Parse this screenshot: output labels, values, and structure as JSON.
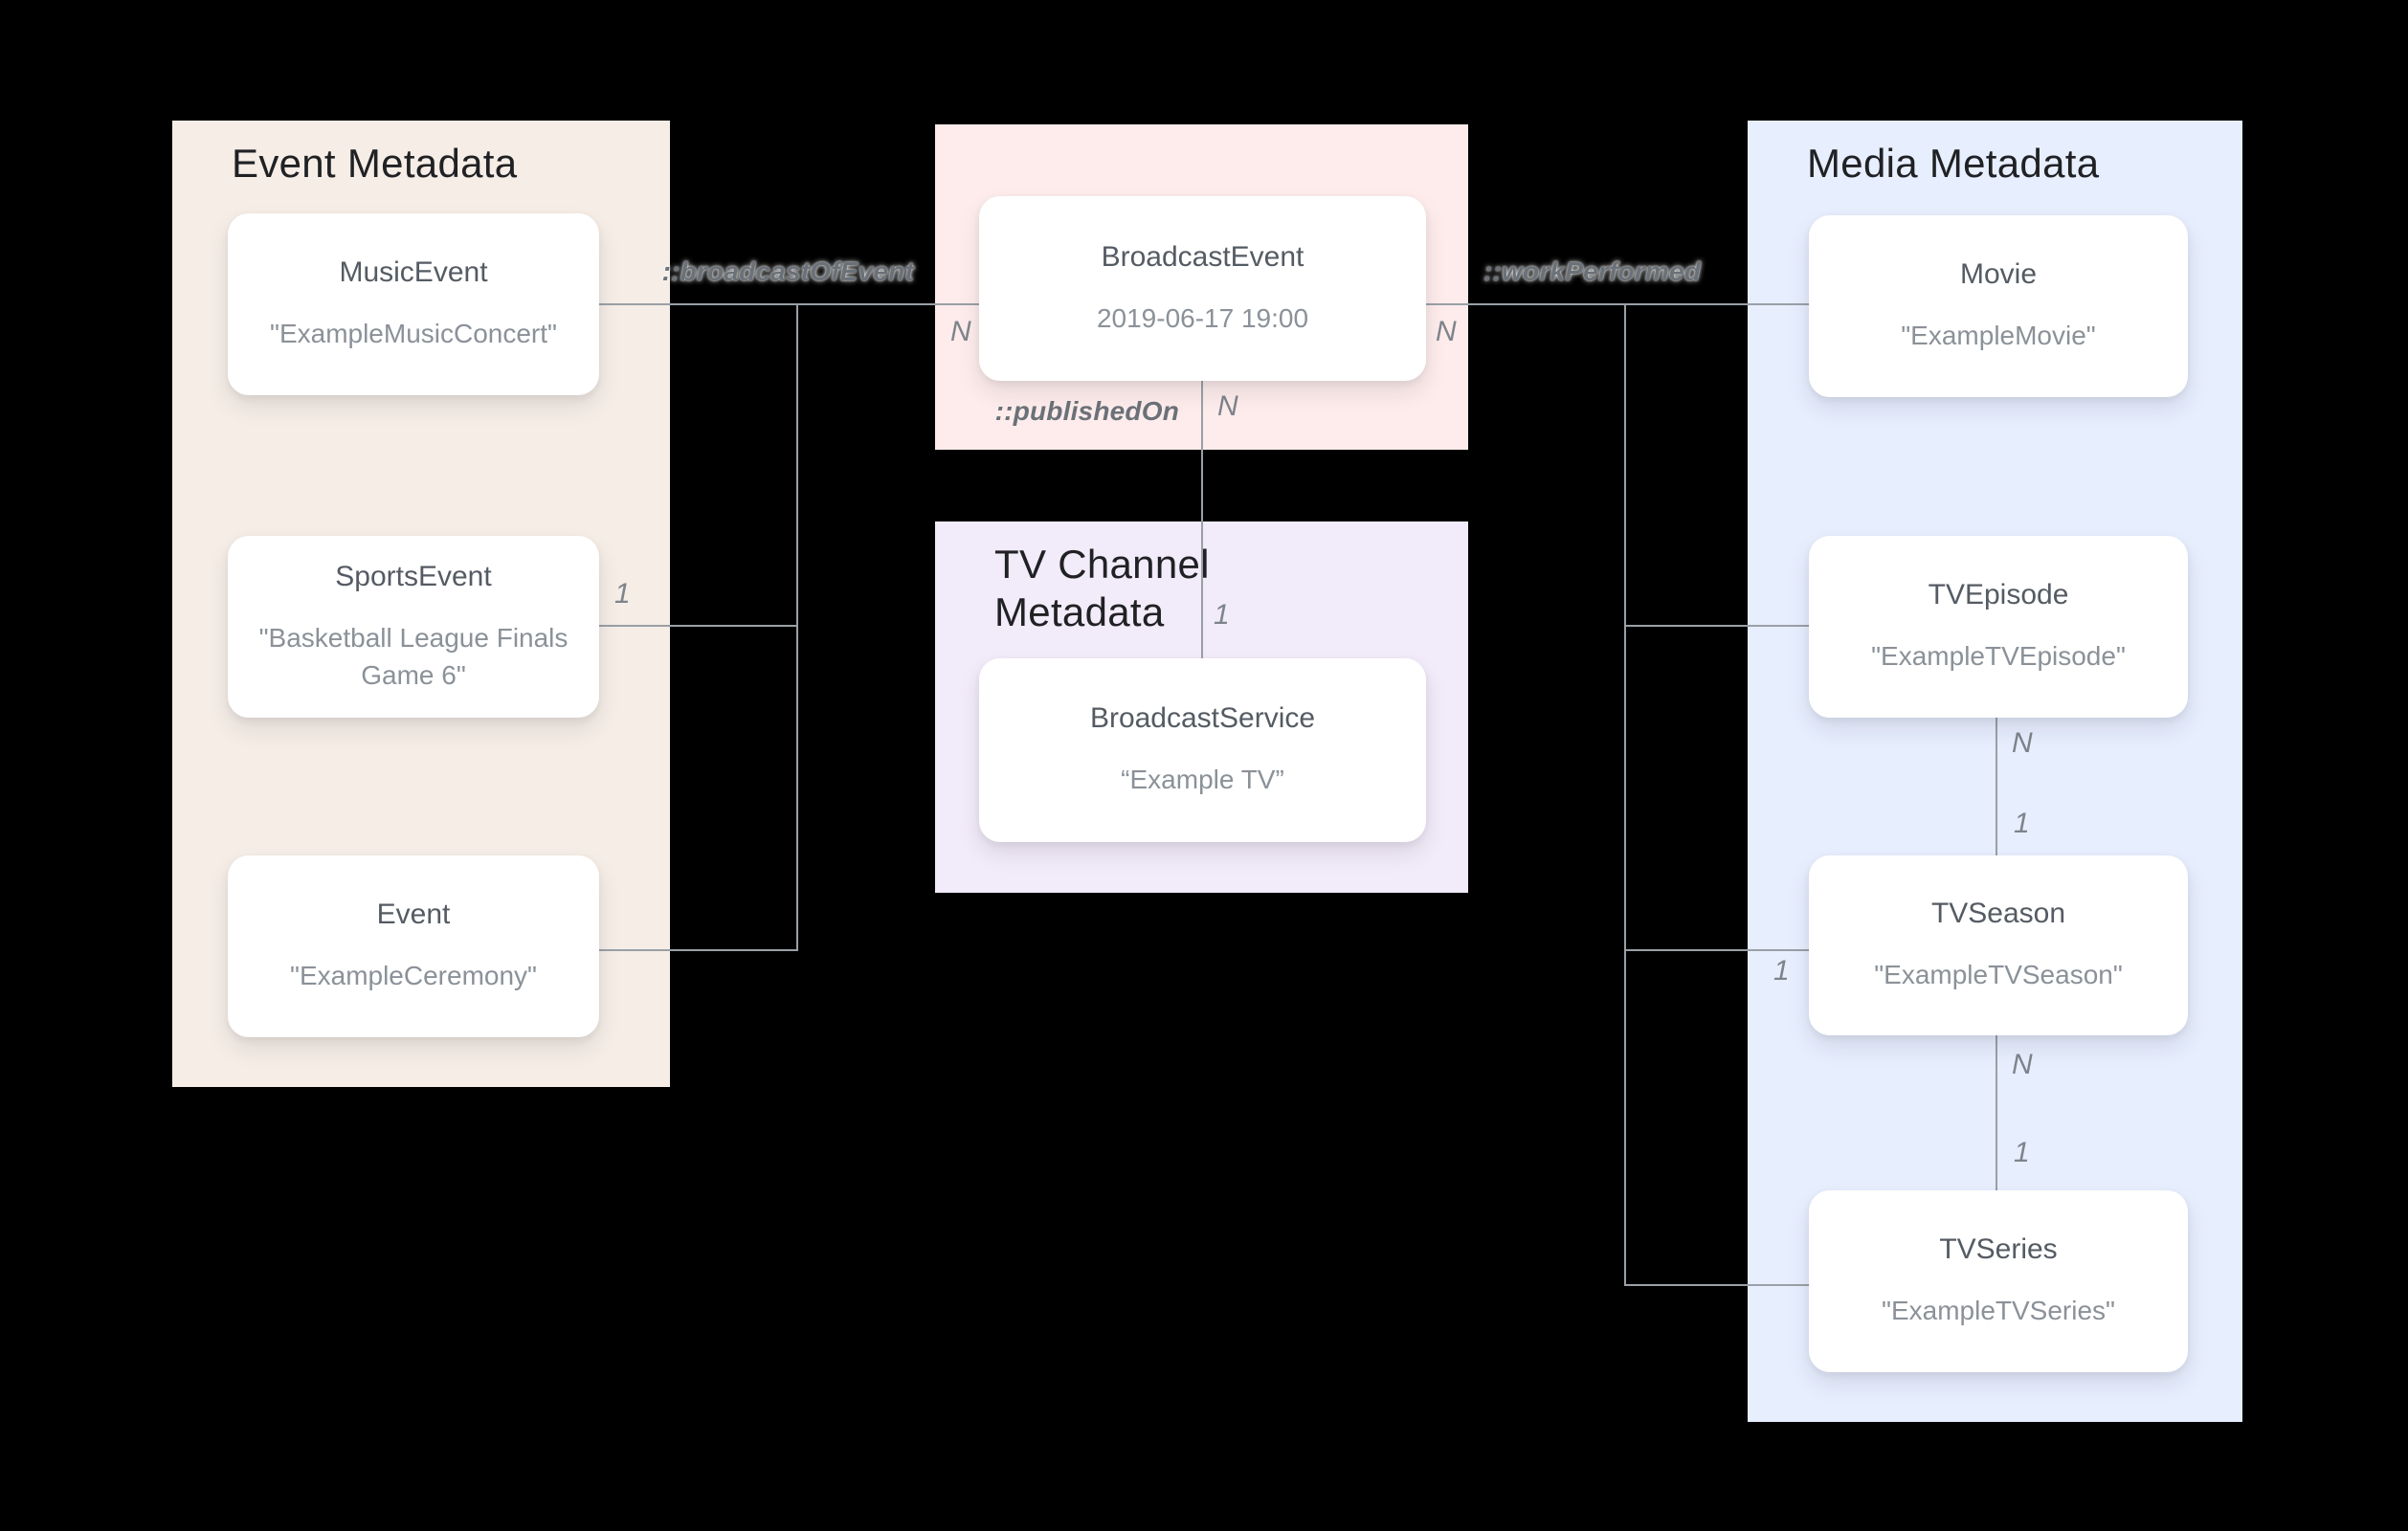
{
  "colors": {
    "background": "#000000",
    "event_panel": "#f5ede6",
    "broadcast_panel": "#fdeceb",
    "tv_channel_panel": "#f2ebf9",
    "media_panel": "#e7eefe",
    "node_background": "#ffffff",
    "line": "#9aa0a6",
    "panel_title_text": "#202124",
    "node_title_text": "#555b63",
    "node_value_text": "#8b9198",
    "relation_label_text": "#6b7178",
    "cardinality_text": "#7e848b"
  },
  "panels": {
    "event_metadata": {
      "title": "Event Metadata"
    },
    "tv_channel_metadata": {
      "title": "TV Channel Metadata"
    },
    "media_metadata": {
      "title": "Media Metadata"
    }
  },
  "nodes": {
    "music_event": {
      "type": "MusicEvent",
      "example": "\"ExampleMusicConcert\""
    },
    "sports_event": {
      "type": "SportsEvent",
      "example": "\"Basketball League Finals Game 6\""
    },
    "event": {
      "type": "Event",
      "example": "\"ExampleCeremony\""
    },
    "broadcast_event": {
      "type": "BroadcastEvent",
      "example": "2019-06-17 19:00"
    },
    "broadcast_service": {
      "type": "BroadcastService",
      "example": "“Example TV”"
    },
    "movie": {
      "type": "Movie",
      "example": "\"ExampleMovie\""
    },
    "tv_episode": {
      "type": "TVEpisode",
      "example": "\"ExampleTVEpisode\""
    },
    "tv_season": {
      "type": "TVSeason",
      "example": "\"ExampleTVSeason\""
    },
    "tv_series": {
      "type": "TVSeries",
      "example": "\"ExampleTVSeries\""
    }
  },
  "relations": {
    "broadcast_of_event": {
      "label": "::broadcastOfEvent"
    },
    "work_performed": {
      "label": "::workPerformed"
    },
    "published_on": {
      "label": "::publishedOn"
    }
  },
  "cardinalities": {
    "broadcast_of_event_n": "N",
    "broadcast_of_event_1": "1",
    "work_performed_n": "N",
    "work_performed_tvseason_1": "1",
    "published_on_n": "N",
    "published_on_1": "1",
    "episode_to_season_n": "N",
    "episode_to_season_1": "1",
    "season_to_series_n": "N",
    "season_to_series_1": "1"
  }
}
